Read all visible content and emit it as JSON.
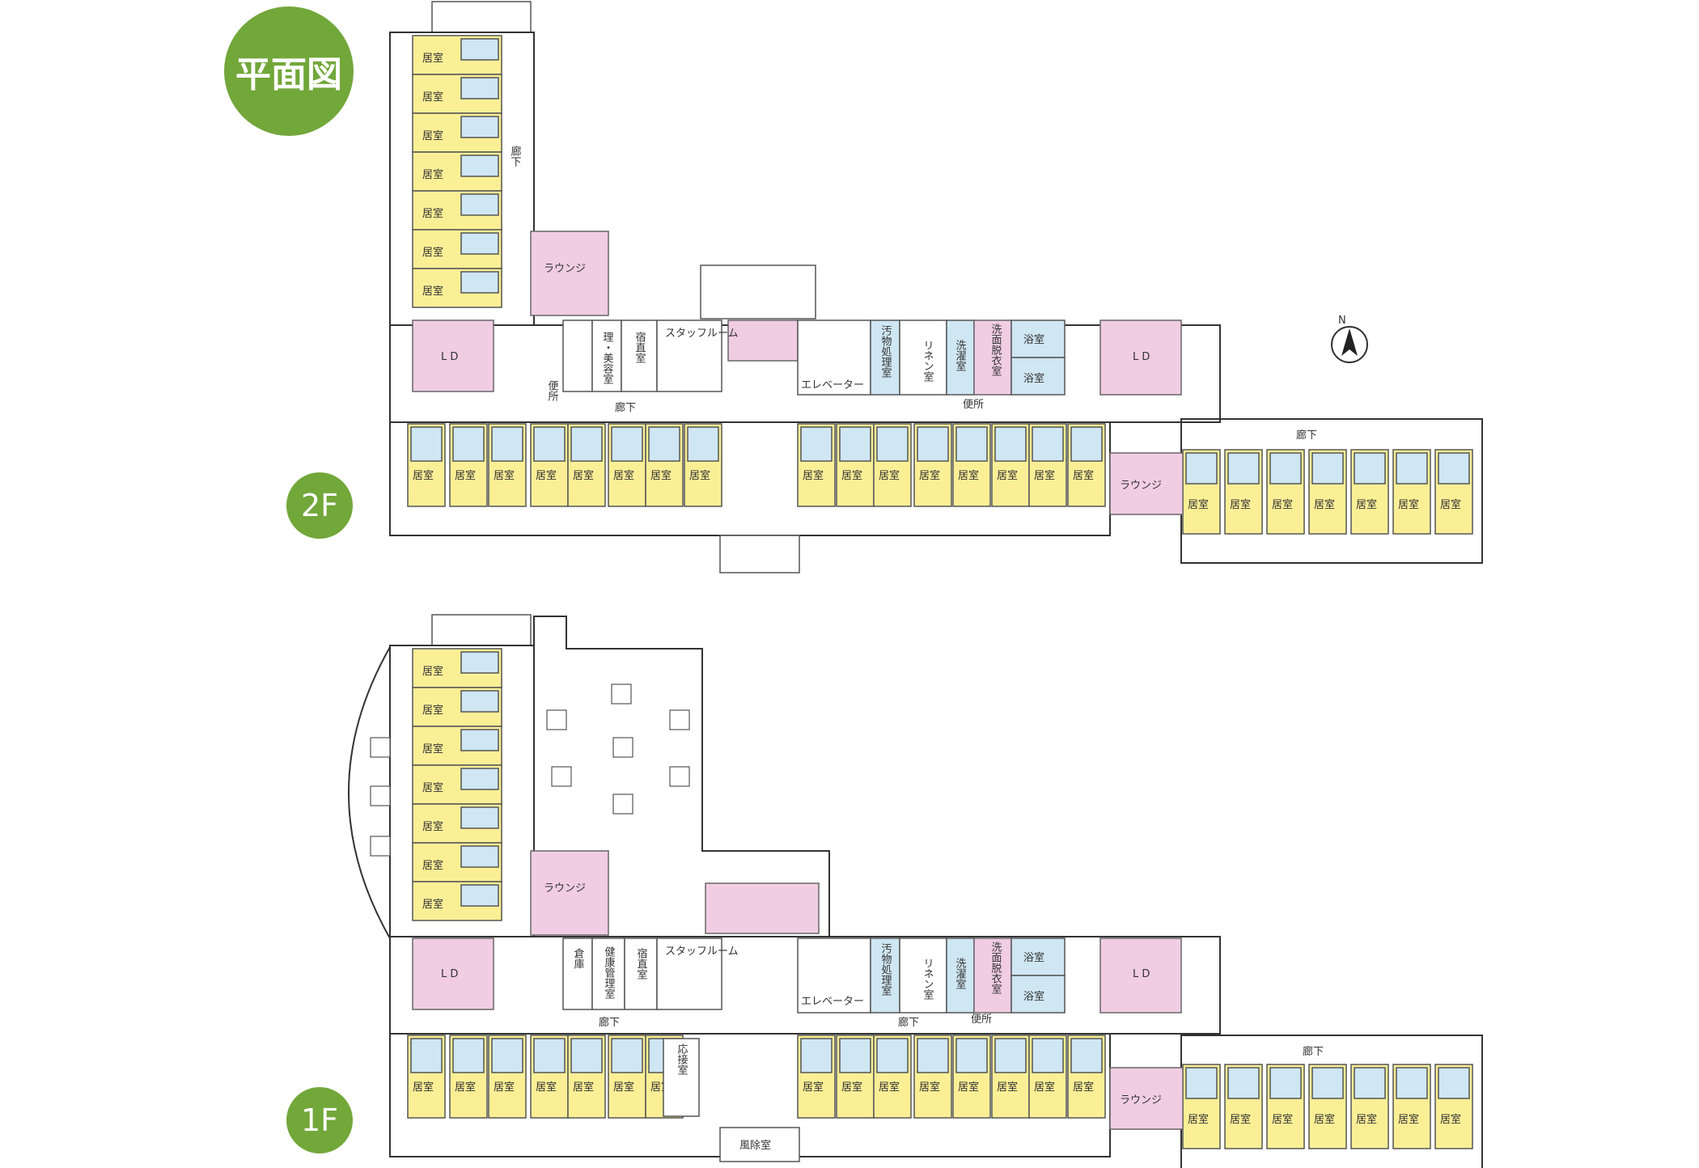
{
  "title": "平面図",
  "floors": [
    {
      "id": "2f",
      "label": "2F"
    },
    {
      "id": "1f",
      "label": "1F"
    }
  ],
  "labels": {
    "room": "居室",
    "lounge": "ラウンジ",
    "ld": "L D",
    "corridor": "廊下",
    "toilet": "便所",
    "staff": "スタッフルーム",
    "night_duty": "宿直室",
    "elevator": "エレベーター",
    "soiled": "汚物処理室",
    "linen": "リネン室",
    "laundry": "洗濯室",
    "dressing": "洗面脱衣室",
    "bath": "浴室",
    "barber": "理・美容室",
    "health": "健康管理室",
    "storage": "倉庫",
    "reception": "応接室",
    "windbreak": "風除室"
  },
  "compass": "N",
  "colors": {
    "badge": "#72a73a",
    "room": "#fbef96",
    "wet": "#cfe6f3",
    "common": "#f1cde4"
  }
}
